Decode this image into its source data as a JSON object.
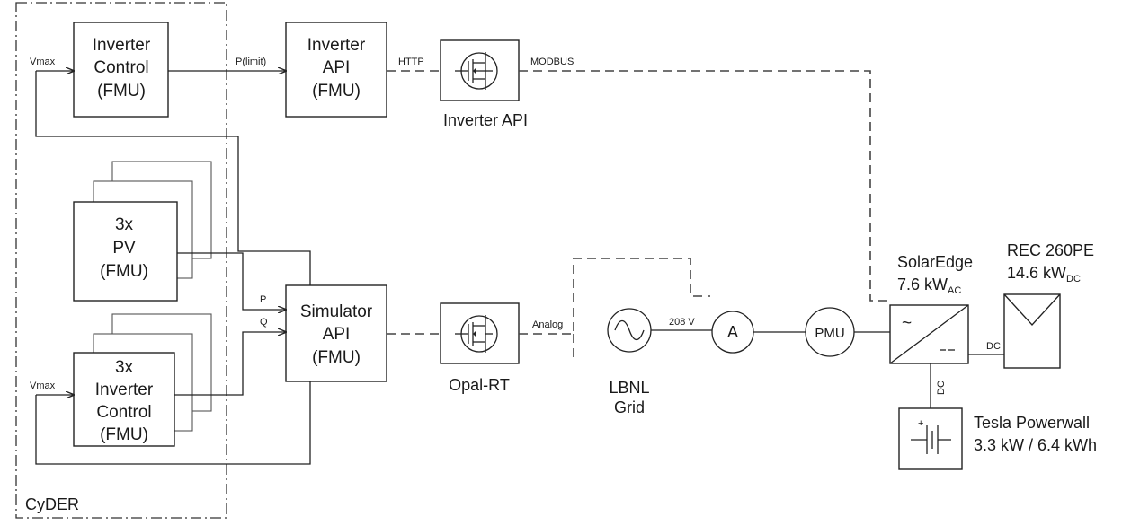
{
  "groups": {
    "cyder": "CyDER"
  },
  "blocks": {
    "inverter_control": [
      "Inverter",
      "Control",
      "(FMU)"
    ],
    "pv": [
      "3x",
      "PV",
      "(FMU)"
    ],
    "inverter_control_3x": [
      "3x",
      "Inverter",
      "Control",
      "(FMU)"
    ],
    "inverter_api": [
      "Inverter",
      "API",
      "(FMU)"
    ],
    "simulator_api": [
      "Simulator",
      "API",
      "(FMU)"
    ]
  },
  "devices": {
    "inverter_api_device": "Inverter API",
    "opal_rt": "Opal-RT",
    "lbnl_grid": [
      "LBNL",
      "Grid"
    ],
    "ammeter": "A",
    "pmu": "PMU",
    "solaredge_name": "SolarEdge",
    "solaredge_rating": "7.6 kW",
    "solaredge_rating_sub": "AC",
    "rec_name": "REC 260PE",
    "rec_rating": "14.6 kW",
    "rec_rating_sub": "DC",
    "tesla_name": "Tesla Powerwall",
    "tesla_rating": "3.3 kW / 6.4 kWh"
  },
  "signals": {
    "vmax_top": "Vmax",
    "vmax_bottom": "Vmax",
    "p_limit": "P(limit)",
    "p": "P",
    "q": "Q",
    "http": "HTTP",
    "modbus": "MODBUS",
    "analog": "Analog",
    "voltage": "208 V",
    "dc_inverter": "DC",
    "dc_battery": "DC"
  }
}
